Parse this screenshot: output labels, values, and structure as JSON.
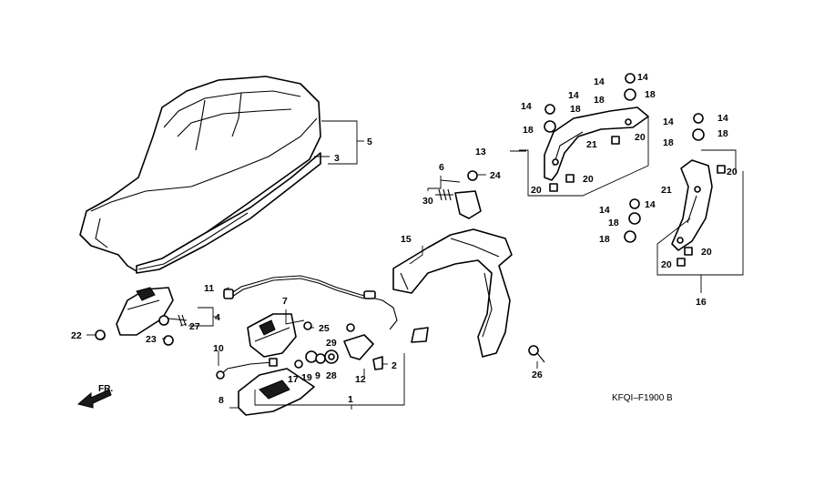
{
  "diagram": {
    "code": "KFQI–F1900 B",
    "front_label": "FR.",
    "part_labels": {
      "p1": "1",
      "p2": "2",
      "p3": "3",
      "p4": "4",
      "p5": "5",
      "p6": "6",
      "p7": "7",
      "p8": "8",
      "p9": "9",
      "p10": "10",
      "p11": "11",
      "p12": "12",
      "p13": "13",
      "p14": "14",
      "p15": "15",
      "p16": "16",
      "p17": "17",
      "p18": "18",
      "p19": "19",
      "p20": "20",
      "p21": "21",
      "p22": "22",
      "p23": "23",
      "p24": "24",
      "p25": "25",
      "p26": "26",
      "p27": "27",
      "p28": "28",
      "p29": "29",
      "p30": "30"
    }
  }
}
